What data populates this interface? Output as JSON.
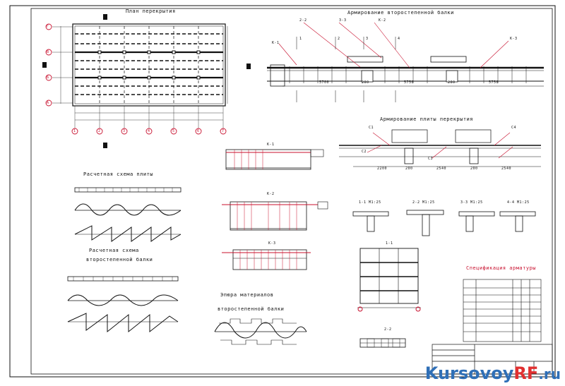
{
  "sheet": {
    "plan_title": "План перекрытия",
    "secondary_beam_reinforcement_title": "Армирование второстепенной балки",
    "slab_reinforcement_title": "Армирование плиты перекрытия",
    "slab_design_scheme_title": "Расчетная схема плиты",
    "beam_design_scheme_title_1": "Расчетная схема",
    "beam_design_scheme_title_2": "второстепенной балки",
    "material_diagram_title_1": "Эпюра материалов",
    "material_diagram_title_2": "второстепенной балки",
    "spec_title": "Спецификация арматуры"
  },
  "plan": {
    "axis_letters": [
      "Г",
      "В",
      "Б",
      "А"
    ],
    "axis_numbers": [
      "1",
      "2",
      "3",
      "4",
      "5",
      "6",
      "7"
    ]
  },
  "beam_reinforcement": {
    "section_marks": [
      "2-2",
      "3-3",
      "1",
      "2",
      "3",
      "4"
    ],
    "frame_labels": [
      "К-1",
      "К-2",
      "К-3"
    ],
    "dims": [
      "5700",
      "200",
      "5750",
      "200",
      "5750"
    ]
  },
  "slab_reinforcement": {
    "mesh_labels": [
      "С1",
      "С2",
      "С3",
      "С4"
    ],
    "dims": [
      "2200",
      "200",
      "2540",
      "200",
      "2540"
    ]
  },
  "frames": {
    "k1": "К-1",
    "k2": "К-2",
    "k3": "К-3"
  },
  "sections": [
    "1-1  М1:25",
    "2-2  М1:25",
    "3-3  М1:25",
    "4-4  М1:25"
  ],
  "view_labels": {
    "elevation": "1-1",
    "detail": "2-2"
  },
  "watermark": {
    "part1": "Kursovoy",
    "part2": "RF",
    "part3": ".ru"
  },
  "colors": {
    "line": "#111111",
    "axis": "#c8102e",
    "brand_blue": "#2f6fb7",
    "brand_red": "#e03030"
  }
}
